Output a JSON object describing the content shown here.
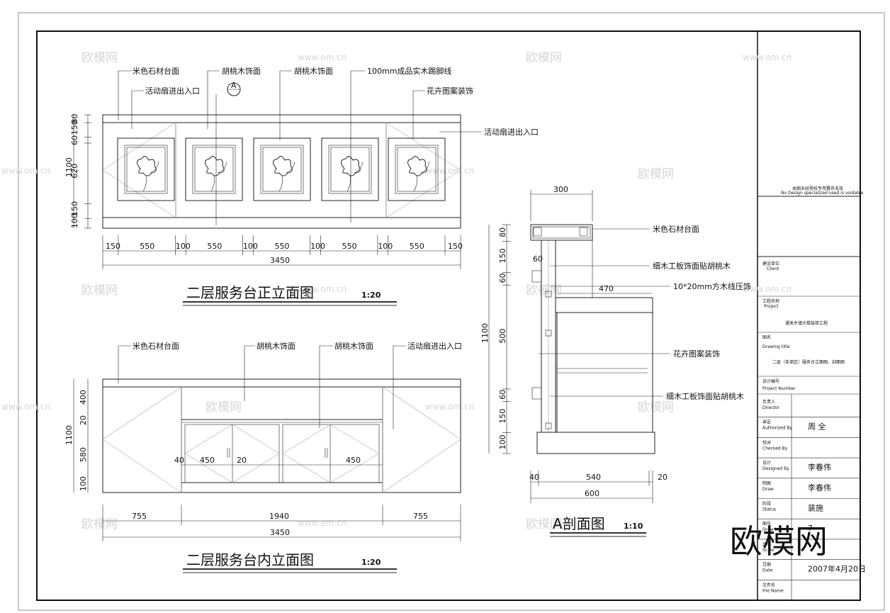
{
  "watermark": {
    "text": "欧模网",
    "url": "www.om.cn",
    "big": "欧模网"
  },
  "front_elevation": {
    "title": "二层服务台正立面图",
    "scale": "1:20",
    "labels": [
      "米色石材台面",
      "活动扇进出入口",
      "胡桃木饰面",
      "胡桃木饰面",
      "100mm成品实木踢脚线",
      "花卉图案装饰",
      "活动扇进出入口"
    ],
    "section_mark": "A",
    "h_dims": [
      "150",
      "550",
      "100",
      "550",
      "100",
      "550",
      "100",
      "550",
      "100",
      "550",
      "150"
    ],
    "total": "3450",
    "v_dims": [
      "80",
      "150",
      "60",
      "620",
      "150",
      "100"
    ],
    "height": "1100"
  },
  "inner_elevation": {
    "title": "二层服务台内立面图",
    "scale": "1:20",
    "labels": [
      "米色石材台面",
      "胡桃木饰面",
      "胡桃木饰面",
      "活动扇进出入口"
    ],
    "h_dims": [
      "755",
      "1940",
      "755"
    ],
    "total": "3450",
    "inner_dims": [
      "40",
      "450",
      "20",
      "450"
    ],
    "v_dims": [
      "400",
      "20",
      "580",
      "100"
    ],
    "height": "1100"
  },
  "section": {
    "title": "A剖面图",
    "scale": "1:10",
    "top_dim": "300",
    "dim_60": "60",
    "dim_470": "470",
    "labels": [
      "米色石材台面",
      "细木工板饰面贴胡桃木",
      "10*20mm方木线压饰",
      "花卉图案装饰",
      "细木工板饰面贴胡桃木"
    ],
    "v_dims": [
      "80",
      "150",
      "60",
      "500",
      "60",
      "150",
      "100"
    ],
    "height": "1100",
    "bottom_dims": [
      "40",
      "540",
      "20"
    ],
    "bottom_total": "600"
  },
  "title_block": {
    "company_cn": "本图未经授权专用署名无效",
    "company_en": "No Design specialized used is voidable",
    "client_label": "建设单位",
    "client_en": "Client",
    "project_label": "工程名称",
    "project_en": "Project",
    "project_value": "通发乡镇大楼装修工程",
    "drawing_label": "图名",
    "drawing_en": "Drawing title",
    "drawing_value": "二层（条单区）服务台立面图、剖面图",
    "number_label": "设计编号",
    "number_en": "Project Number",
    "rows": [
      {
        "cn": "负责人",
        "en": "Director",
        "value": ""
      },
      {
        "cn": "审定",
        "en": "Authorized By",
        "value": "周 全"
      },
      {
        "cn": "校对",
        "en": "Checked By",
        "value": ""
      },
      {
        "cn": "设计",
        "en": "Designed By",
        "value": "李春伟"
      },
      {
        "cn": "制图",
        "en": "Draw",
        "value": "李春伟"
      },
      {
        "cn": "阶段",
        "en": "Status",
        "value": "装施"
      },
      {
        "cn": "图号",
        "en": "Draw No.",
        "value": "7"
      },
      {
        "cn": "比例",
        "en": "Scale",
        "value": ""
      },
      {
        "cn": "日期",
        "en": "Date",
        "value": "2007年4月20日"
      },
      {
        "cn": "文件名",
        "en": "File Name",
        "value": ""
      }
    ]
  }
}
